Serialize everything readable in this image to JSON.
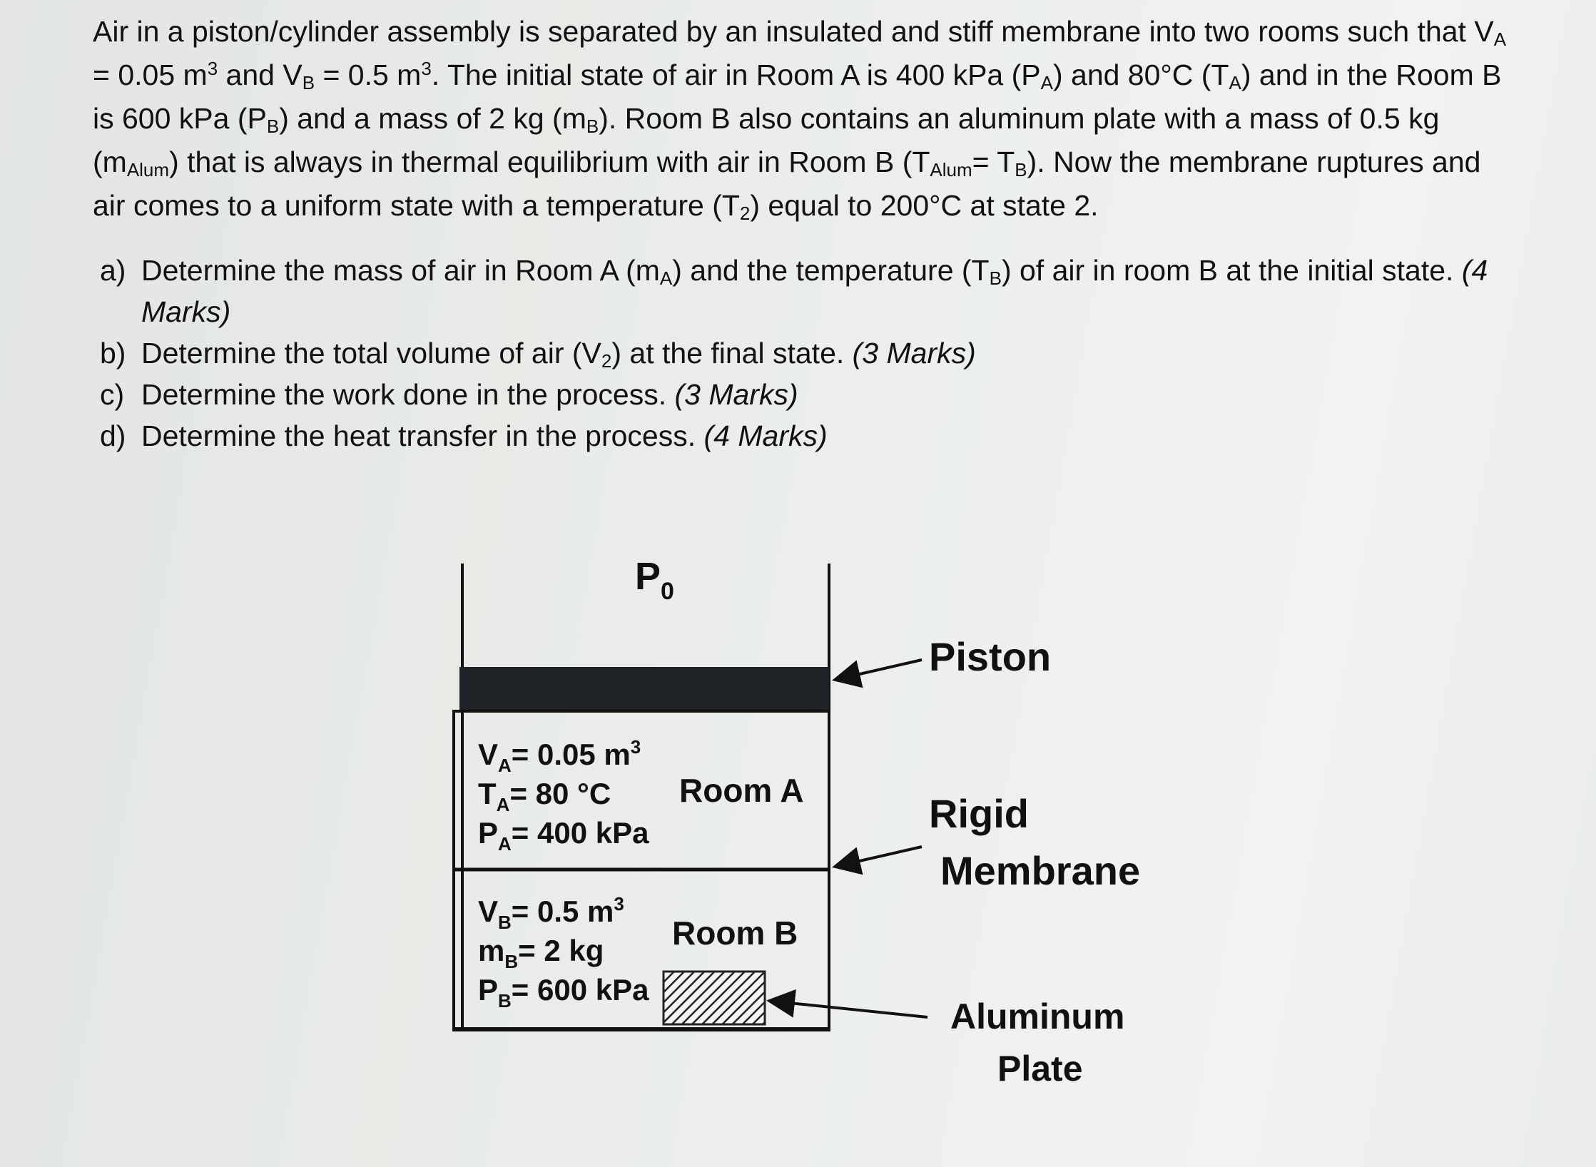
{
  "problem": {
    "s1": "Air in a piston/cylinder assembly is separated by an insulated and stiff membrane into two rooms such that V",
    "sA": "A",
    "s2": " = 0.05 m",
    "cube": "3",
    "s3": " and V",
    "sB": "B",
    "s4": " = 0.5 m",
    "s5": ".  The initial state of air in Room A is 400 kPa (P",
    "s6": ") and 80°C (T",
    "s7": ") and in the Room B is 600 kPa (P",
    "s8": ") and a mass of 2 kg (m",
    "s9": "). Room B also contains an aluminum plate with a mass of 0.5 kg (m",
    "sAlum": "Alum",
    "s10": ") that is always in thermal equilibrium with air in Room B (T",
    "s11": "= T",
    "s12": "). Now the membrane ruptures and air comes to a uniform state with a temperature (T",
    "s2sub": "2",
    "s13": ") equal to 200°C at state 2."
  },
  "parts": [
    {
      "label": "a)",
      "t1": "Determine the mass of air in Room A (m",
      "sub1": "A",
      "t2": ") and the temperature (T",
      "sub2": "B",
      "t3": ") of air in room B at the initial state. ",
      "marks": "(4 Marks)"
    },
    {
      "label": "b)",
      "t1": "Determine the total volume of air (V",
      "sub1": "2",
      "t2": ") at the final state. ",
      "marks": "(3 Marks)"
    },
    {
      "label": "c)",
      "t1": "Determine the work done in the process. ",
      "marks": "(3 Marks)"
    },
    {
      "label": "d)",
      "t1": "Determine the heat transfer in the process. ",
      "marks": "(4 Marks)"
    }
  ],
  "diagram": {
    "p0": "P",
    "p0sub": "0",
    "piston": "Piston",
    "rigid": "Rigid",
    "membrane": "Membrane",
    "aluminum": "Aluminum",
    "plate": "Plate",
    "roomA": "Room A",
    "roomB": "Room B",
    "va_pre": "V",
    "va_sub": "A",
    "va_post": "= 0.05 m",
    "va_sup": "3",
    "ta_pre": "T",
    "ta_sub": "A",
    "ta_post": "= 80 °C",
    "pa_pre": "P",
    "pa_sub": "A",
    "pa_post": "= 400 kPa",
    "vb_pre": "V",
    "vb_sub": "B",
    "vb_post": "= 0.5 m",
    "vb_sup": "3",
    "mb_pre": "m",
    "mb_sub": "B",
    "mb_post": "= 2 kg",
    "pb_pre": "P",
    "pb_sub": "B",
    "pb_post": "= 600 kPa"
  }
}
